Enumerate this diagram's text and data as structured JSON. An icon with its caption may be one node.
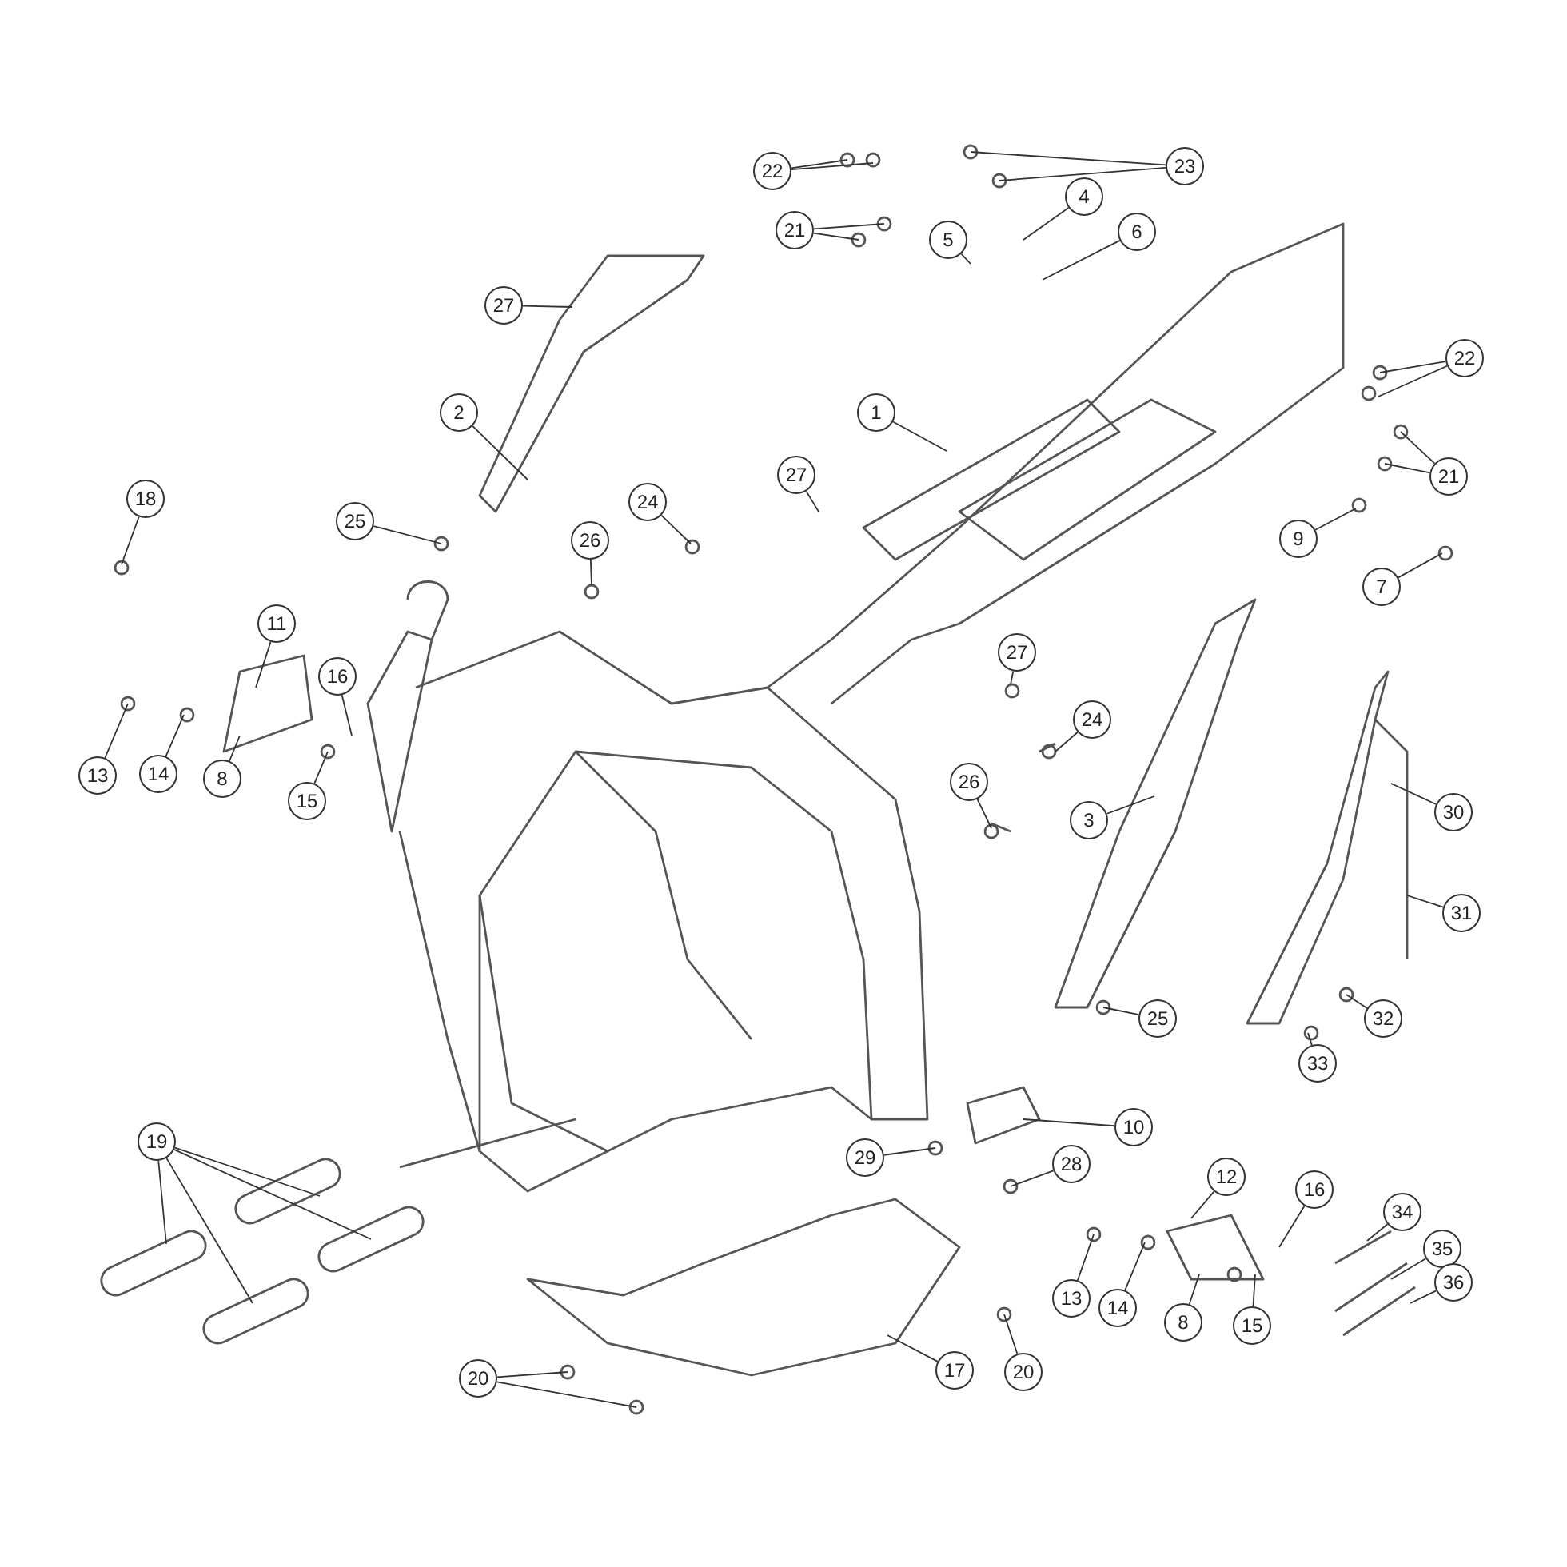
{
  "diagram": {
    "nodes": [
      {
        "text": [
          "22"
        ]
      },
      {
        "text": [
          "23"
        ]
      },
      {
        "text": [
          "21"
        ]
      },
      {
        "text": [
          "4"
        ]
      },
      {
        "text": [
          "5"
        ]
      },
      {
        "text": [
          "6"
        ]
      },
      {
        "text": [
          "27"
        ]
      },
      {
        "text": [
          "2"
        ]
      },
      {
        "text": [
          "1"
        ]
      },
      {
        "text": [
          "22"
        ]
      },
      {
        "text": [
          "21"
        ]
      },
      {
        "text": [
          "25"
        ]
      },
      {
        "text": [
          "26"
        ]
      },
      {
        "text": [
          "24"
        ]
      },
      {
        "text": [
          "27"
        ]
      },
      {
        "text": [
          "9"
        ]
      },
      {
        "text": [
          "7"
        ]
      },
      {
        "text": [
          "18"
        ]
      },
      {
        "text": [
          "11"
        ]
      },
      {
        "text": [
          "16"
        ]
      },
      {
        "text": [
          "13"
        ]
      },
      {
        "text": [
          "14"
        ]
      },
      {
        "text": [
          "8"
        ]
      },
      {
        "text": [
          "15"
        ]
      },
      {
        "text": [
          "27"
        ]
      },
      {
        "text": [
          "24"
        ]
      },
      {
        "text": [
          "26"
        ]
      },
      {
        "text": [
          "3"
        ]
      },
      {
        "text": [
          "30"
        ]
      },
      {
        "text": [
          "31"
        ]
      },
      {
        "text": [
          "25"
        ]
      },
      {
        "text": [
          "32"
        ]
      },
      {
        "text": [
          "33"
        ]
      },
      {
        "text": [
          "10"
        ]
      },
      {
        "text": [
          "19"
        ]
      },
      {
        "text": [
          "29"
        ]
      },
      {
        "text": [
          "28"
        ]
      },
      {
        "text": [
          "12"
        ]
      },
      {
        "text": [
          "16"
        ]
      },
      {
        "text": [
          "34"
        ]
      },
      {
        "text": [
          "35"
        ]
      },
      {
        "text": [
          "36"
        ]
      },
      {
        "text": [
          "13"
        ]
      },
      {
        "text": [
          "14"
        ]
      },
      {
        "text": [
          "8"
        ]
      },
      {
        "text": [
          "15"
        ]
      },
      {
        "text": [
          "20"
        ]
      },
      {
        "text": [
          "17"
        ]
      },
      {
        "text": [
          "20"
        ]
      }
    ],
    "edges": [
      {
        "from": 0,
        "to": null,
        "arrow": "none"
      },
      {
        "from": 0,
        "to": null,
        "arrow": "none"
      },
      {
        "from": 1,
        "to": null,
        "arrow": "none"
      },
      {
        "from": 1,
        "to": null,
        "arrow": "none"
      },
      {
        "from": 2,
        "to": null,
        "arrow": "none"
      },
      {
        "from": 2,
        "to": null,
        "arrow": "none"
      },
      {
        "from": 3,
        "to": null,
        "arrow": "none"
      },
      {
        "from": 4,
        "to": null,
        "arrow": "none"
      },
      {
        "from": 5,
        "to": null,
        "arrow": "none"
      },
      {
        "from": 6,
        "to": null,
        "arrow": "none"
      },
      {
        "from": 7,
        "to": null,
        "arrow": "none"
      },
      {
        "from": 8,
        "to": null,
        "arrow": "none"
      },
      {
        "from": 9,
        "to": null,
        "arrow": "none"
      },
      {
        "from": 9,
        "to": null,
        "arrow": "none"
      },
      {
        "from": 10,
        "to": null,
        "arrow": "none"
      },
      {
        "from": 10,
        "to": null,
        "arrow": "none"
      },
      {
        "from": 11,
        "to": null,
        "arrow": "none"
      },
      {
        "from": 12,
        "to": null,
        "arrow": "none"
      },
      {
        "from": 13,
        "to": null,
        "arrow": "none"
      },
      {
        "from": 14,
        "to": null,
        "arrow": "none"
      },
      {
        "from": 15,
        "to": null,
        "arrow": "none"
      },
      {
        "from": 16,
        "to": null,
        "arrow": "none"
      },
      {
        "from": 17,
        "to": null,
        "arrow": "none"
      },
      {
        "from": 18,
        "to": null,
        "arrow": "none"
      },
      {
        "from": 19,
        "to": null,
        "arrow": "none"
      },
      {
        "from": 20,
        "to": null,
        "arrow": "none"
      },
      {
        "from": 21,
        "to": null,
        "arrow": "none"
      },
      {
        "from": 22,
        "to": null,
        "arrow": "none"
      },
      {
        "from": 23,
        "to": null,
        "arrow": "none"
      },
      {
        "from": 24,
        "to": null,
        "arrow": "none"
      },
      {
        "from": 25,
        "to": null,
        "arrow": "none"
      },
      {
        "from": 26,
        "to": null,
        "arrow": "none"
      },
      {
        "from": 27,
        "to": null,
        "arrow": "none"
      },
      {
        "from": 28,
        "to": null,
        "arrow": "none"
      },
      {
        "from": 29,
        "to": null,
        "arrow": "none"
      },
      {
        "from": 30,
        "to": null,
        "arrow": "none"
      },
      {
        "from": 31,
        "to": null,
        "arrow": "none"
      },
      {
        "from": 32,
        "to": null,
        "arrow": "none"
      },
      {
        "from": 33,
        "to": null,
        "arrow": "none"
      },
      {
        "from": 34,
        "to": null,
        "arrow": "none"
      },
      {
        "from": 34,
        "to": null,
        "arrow": "none"
      },
      {
        "from": 34,
        "to": null,
        "arrow": "none"
      },
      {
        "from": 34,
        "to": null,
        "arrow": "none"
      },
      {
        "from": 35,
        "to": null,
        "arrow": "none"
      },
      {
        "from": 36,
        "to": null,
        "arrow": "none"
      },
      {
        "from": 37,
        "to": null,
        "arrow": "none"
      },
      {
        "from": 38,
        "to": null,
        "arrow": "none"
      },
      {
        "from": 39,
        "to": null,
        "arrow": "none"
      },
      {
        "from": 40,
        "to": null,
        "arrow": "none"
      },
      {
        "from": 41,
        "to": null,
        "arrow": "none"
      },
      {
        "from": 42,
        "to": null,
        "arrow": "none"
      },
      {
        "from": 43,
        "to": null,
        "arrow": "none"
      },
      {
        "from": 44,
        "to": null,
        "arrow": "none"
      },
      {
        "from": 45,
        "to": null,
        "arrow": "none"
      },
      {
        "from": 46,
        "to": null,
        "arrow": "none"
      },
      {
        "from": 46,
        "to": null,
        "arrow": "none"
      },
      {
        "from": 47,
        "to": null,
        "arrow": "none"
      },
      {
        "from": 48,
        "to": null,
        "arrow": "none"
      }
    ]
  }
}
